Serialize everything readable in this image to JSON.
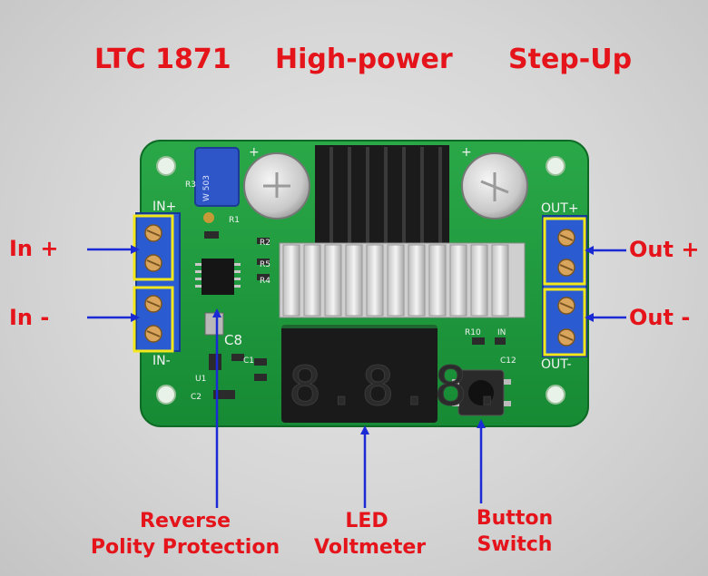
{
  "headline": {
    "part1": "LTC 1871",
    "part2": "High-power",
    "part3": "Step-Up"
  },
  "labels": {
    "in_plus": "In +",
    "in_minus": "In -",
    "out_plus": "Out +",
    "out_minus": "Out -",
    "reverse_line1": "Reverse",
    "reverse_line2": "Polity Protection",
    "led_line1": "LED",
    "led_line2": "Voltmeter",
    "button_line1": "Button",
    "button_line2": "Switch"
  },
  "silkscreen": {
    "in_plus": "IN+",
    "in_minus": "IN-",
    "out_plus": "OUT+",
    "out_minus": "OUT-",
    "c8": "C8",
    "r10": "R10",
    "in": "IN",
    "c12": "C12",
    "r3": "R3",
    "r2": "R2",
    "r5": "R5",
    "r4": "R4",
    "r1": "R1",
    "c1": "C1",
    "c2": "C2",
    "u1": "U1",
    "plus1": "+",
    "plus2": "+"
  },
  "display": {
    "digits": "8.8.8."
  },
  "colors": {
    "callout_red": "#e5141b",
    "arrow_blue": "#1a2bd6",
    "pcb_green": "#1f9a3c",
    "terminal_blue": "#2a5bd0",
    "highlight_yellow": "#f2e71b"
  }
}
